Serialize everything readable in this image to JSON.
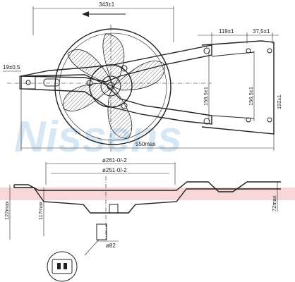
{
  "watermark": {
    "text": "Nissens",
    "color": "#b8d4ec"
  },
  "colors": {
    "line": "#222222",
    "band": "#f4c6c6"
  },
  "dimensions": {
    "shroud_width": "343±1",
    "right_offset": "119±1",
    "right_edge": "37,5±1",
    "left_height": "19±0,5",
    "inner_height": "158,5±1",
    "mount_height_a": "156,5±1",
    "mount_height_b": "192±1",
    "overall_width": "550max",
    "ring_outer": "ø261-0/-2",
    "ring_inner": "ø251-0/-2",
    "depth_total": "122max",
    "depth_fan": "117max",
    "depth_right": "72max",
    "motor_dia": "ø82"
  },
  "icons": {
    "rotation": "rotation-arrow-icon",
    "connector": "connector-detail-icon"
  }
}
